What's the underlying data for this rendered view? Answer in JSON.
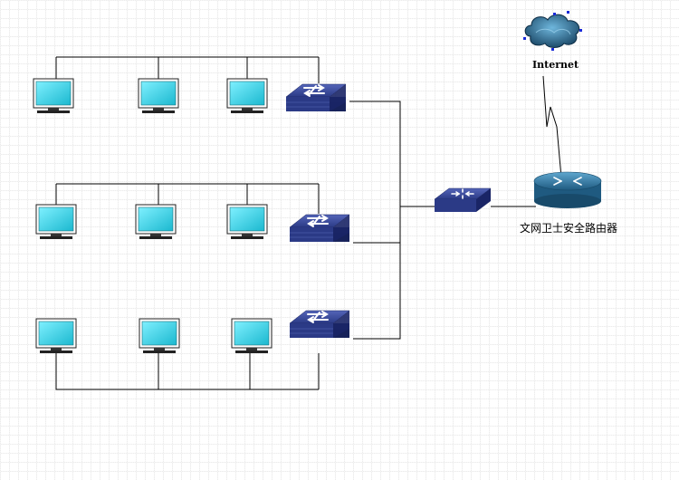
{
  "nodes": {
    "internet": {
      "label": "Internet",
      "icon": "cloud-icon"
    },
    "router": {
      "label": "文网卫士安全路由器",
      "icon": "router-icon"
    },
    "core_switch": {
      "icon": "core-switch-icon"
    },
    "access_switches": [
      {
        "icon": "switch-icon"
      },
      {
        "icon": "switch-icon"
      },
      {
        "icon": "switch-icon"
      }
    ],
    "workstations_per_group": 3,
    "workstation_icon": "monitor-icon"
  },
  "colors": {
    "monitor_screen": "#2fd3e6",
    "switch_body": "#2b3a86",
    "router_body": "#2a6f98",
    "cloud_body": "#1e4f73",
    "line": "#000000"
  }
}
